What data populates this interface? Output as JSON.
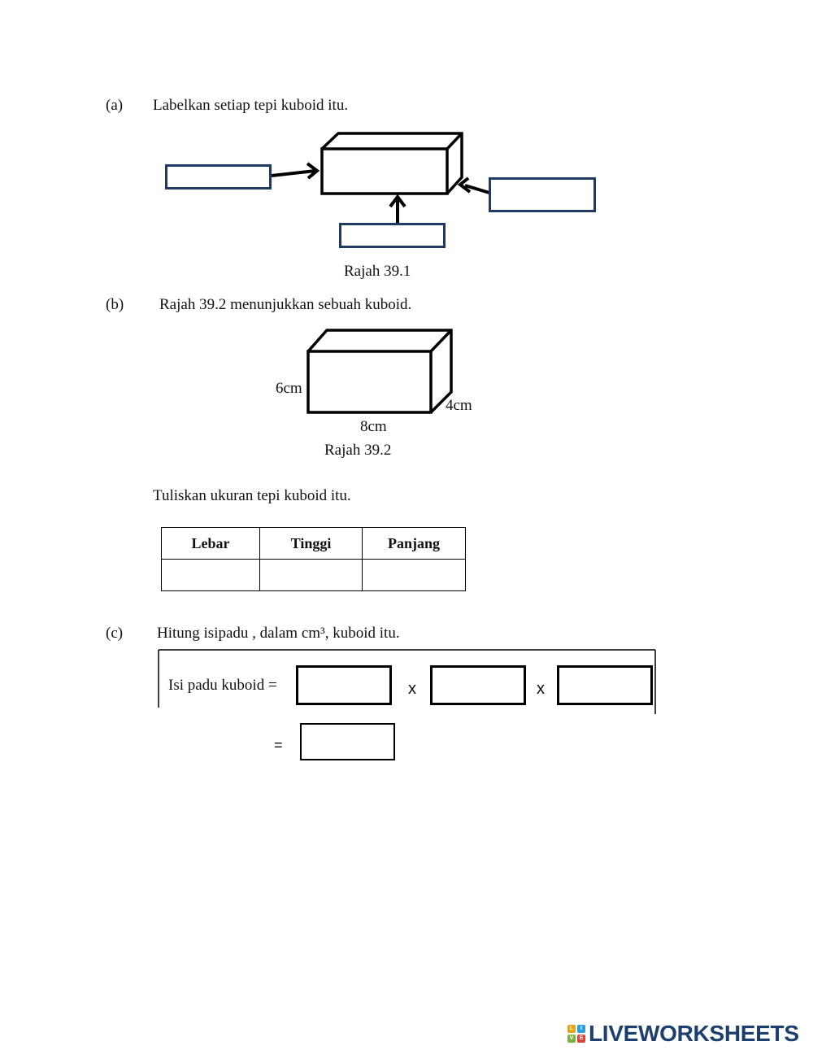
{
  "part_a": {
    "label": "(a)",
    "instruction": "Labelkan setiap tepi kuboid itu.",
    "caption": "Rajah 39.1"
  },
  "part_b": {
    "label": "(b)",
    "instruction": "Rajah 39.2 menunjukkan sebuah kuboid.",
    "dim_height": "6cm",
    "dim_width": "4cm",
    "dim_length": "8cm",
    "caption": "Rajah 39.2",
    "table_instruction": "Tuliskan ukuran tepi kuboid itu.",
    "table_headers": [
      "Lebar",
      "Tinggi",
      "Panjang"
    ]
  },
  "part_c": {
    "label": "(c)",
    "instruction": "Hitung isipadu , dalam cm³, kuboid itu.",
    "formula_label": "Isi padu kuboid =",
    "times_1": "x",
    "times_2": "x",
    "equals": "="
  },
  "logo": {
    "text": "LIVEWORKSHEETS",
    "mark_letters": [
      "L",
      "I",
      "V",
      "E"
    ],
    "mark_colors": [
      "#e6a417",
      "#2f9fd8",
      "#7bb241",
      "#d9463d"
    ]
  }
}
